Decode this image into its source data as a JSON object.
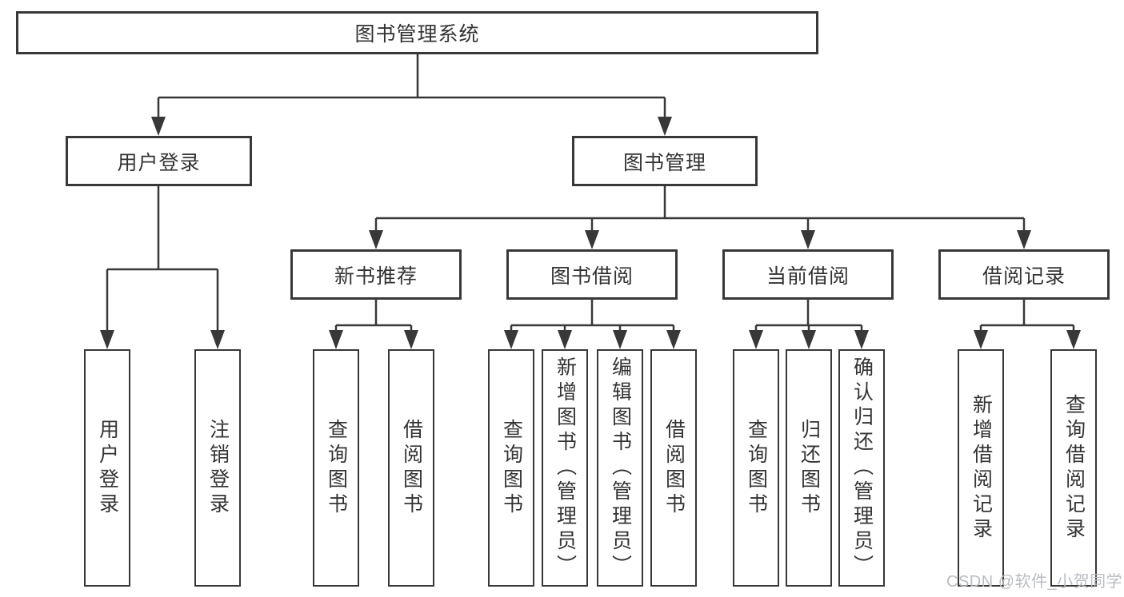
{
  "diagram": {
    "type": "function-tree",
    "root": {
      "label": "图书管理系统"
    },
    "branches": [
      {
        "label": "用户登录",
        "children": [
          {
            "label": "用户登录"
          },
          {
            "label": "注销登录"
          }
        ]
      },
      {
        "label": "图书管理",
        "children": [
          {
            "label": "新书推荐",
            "children": [
              {
                "label": "查询图书"
              },
              {
                "label": "借阅图书"
              }
            ]
          },
          {
            "label": "图书借阅",
            "children": [
              {
                "label": "查询图书"
              },
              {
                "label": "新增图书（管理员）"
              },
              {
                "label": "编辑图书（管理员）"
              },
              {
                "label": "借阅图书"
              }
            ]
          },
          {
            "label": "当前借阅",
            "children": [
              {
                "label": "查询图书"
              },
              {
                "label": "归还图书"
              },
              {
                "label": "确认归还（管理员）"
              }
            ]
          },
          {
            "label": "借阅记录",
            "children": [
              {
                "label": "新增借阅记录"
              },
              {
                "label": "查询借阅记录"
              }
            ]
          }
        ]
      }
    ]
  },
  "watermark": {
    "text": "CSDN @软件_小贺同学",
    "color": "#b9bdc1"
  },
  "colors": {
    "line": "#383838",
    "box_border": "#383838",
    "text": "#333333",
    "background": "#ffffff"
  }
}
